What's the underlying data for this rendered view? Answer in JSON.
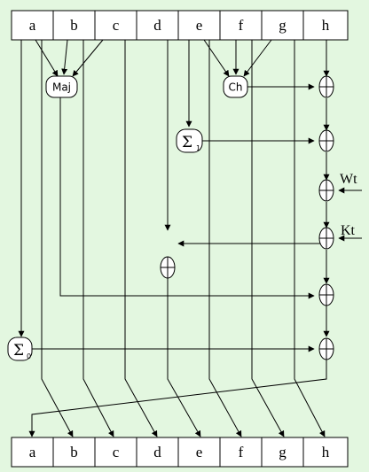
{
  "top_register": [
    "a",
    "b",
    "c",
    "d",
    "e",
    "f",
    "g",
    "h"
  ],
  "bottom_register": [
    "a",
    "b",
    "c",
    "d",
    "e",
    "f",
    "g",
    "h"
  ],
  "functions": {
    "maj": "Maj",
    "ch": "Ch",
    "sigma_symbol": "Σ",
    "sigma1_sub": "1",
    "sigma0_sub": "0"
  },
  "inputs": {
    "wt": "Wt",
    "kt": "Kt"
  },
  "colors": {
    "background": "#e3f7e0",
    "stroke": "#000000",
    "fill": "#ffffff"
  }
}
